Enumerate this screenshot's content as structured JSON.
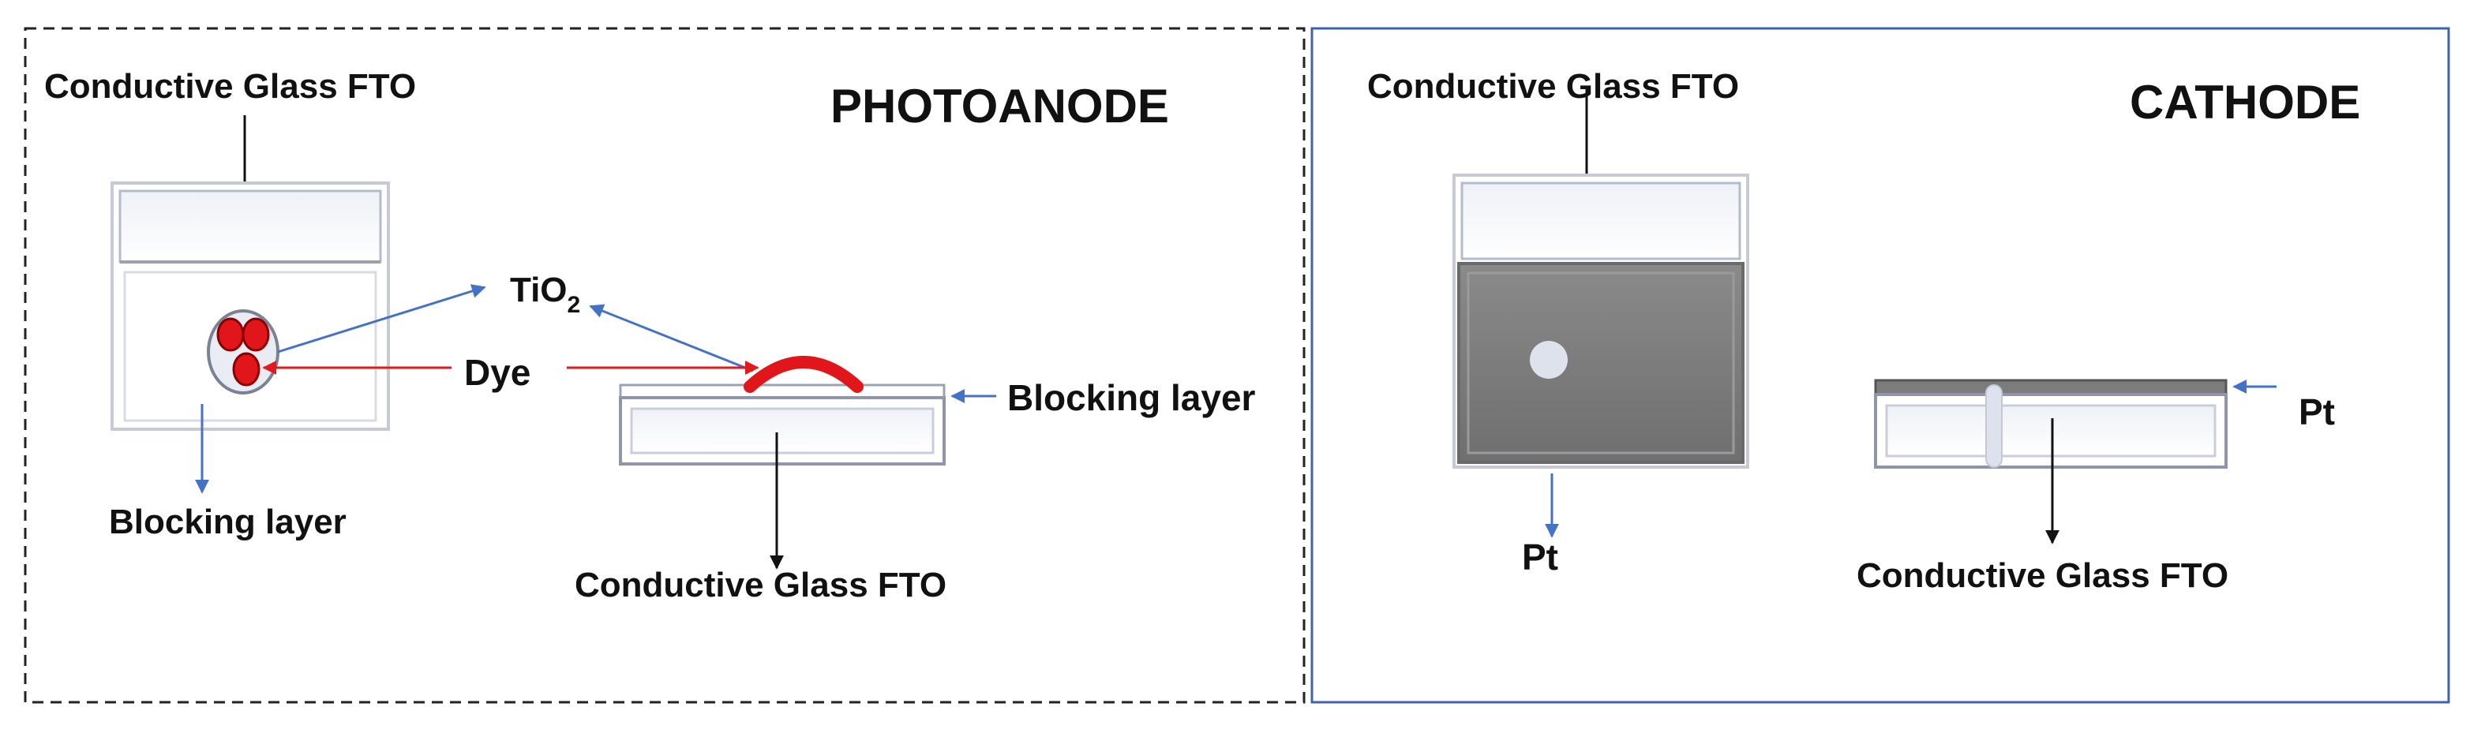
{
  "photoanode": {
    "title": "PHOTOANODE",
    "top_view_label": "Conductive Glass FTO",
    "tio2_label": "TiO",
    "tio2_subscript": "2",
    "dye_label": "Dye",
    "blocking_layer_side_label": "Blocking layer",
    "blocking_layer_bottom_label": "Blocking layer",
    "bottom_label": "Conductive Glass FTO"
  },
  "cathode": {
    "title": "CATHODE",
    "top_view_label": "Conductive Glass FTO",
    "pt_top_view_label": "Pt",
    "pt_side_label": "Pt",
    "bottom_label": "Conductive Glass FTO"
  },
  "colors": {
    "dashed_border": "#222222",
    "cathode_border": "#3f63a8",
    "blue_arrow": "#4472c4",
    "red_arrow": "#e31a1c",
    "black_arrow": "#111111",
    "glass_fill": "#ffffff",
    "glass_edge": "#9aa3b5",
    "dye_red": "#e0161a",
    "platinum_grey": "#7c7c7c",
    "cell_outline": "#c6cad4"
  }
}
